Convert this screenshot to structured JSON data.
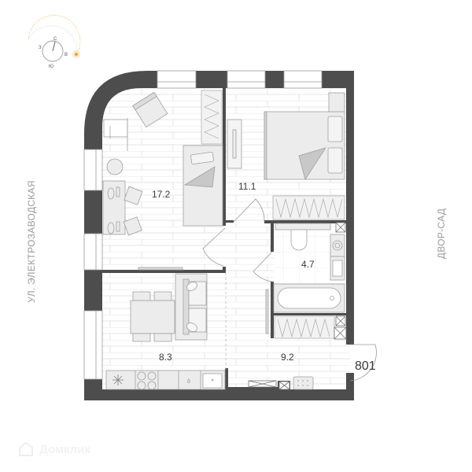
{
  "compass": {
    "north": "С",
    "south": "Ю",
    "east": "В",
    "west": "З",
    "sun_color": "#f0a040"
  },
  "streets": {
    "left": "УЛ. ЭЛЕКТРОЗАВОДСКАЯ",
    "right": "ДВОР-САД"
  },
  "rooms": [
    {
      "name": "living-room",
      "area": "17.2"
    },
    {
      "name": "bedroom",
      "area": "11.1"
    },
    {
      "name": "bathroom",
      "area": "4.7"
    },
    {
      "name": "kitchen",
      "area": "8.3"
    },
    {
      "name": "hallway",
      "area": "9.2"
    }
  ],
  "apartment": {
    "number": "801"
  },
  "watermark": {
    "text": "Домклик"
  },
  "colors": {
    "wall": "#4d4d4d",
    "floor_line": "#dcdcdc",
    "furniture": "#ececec",
    "furniture_stroke": "#b0b0b0",
    "accent_shade": "#c8c8c8"
  }
}
